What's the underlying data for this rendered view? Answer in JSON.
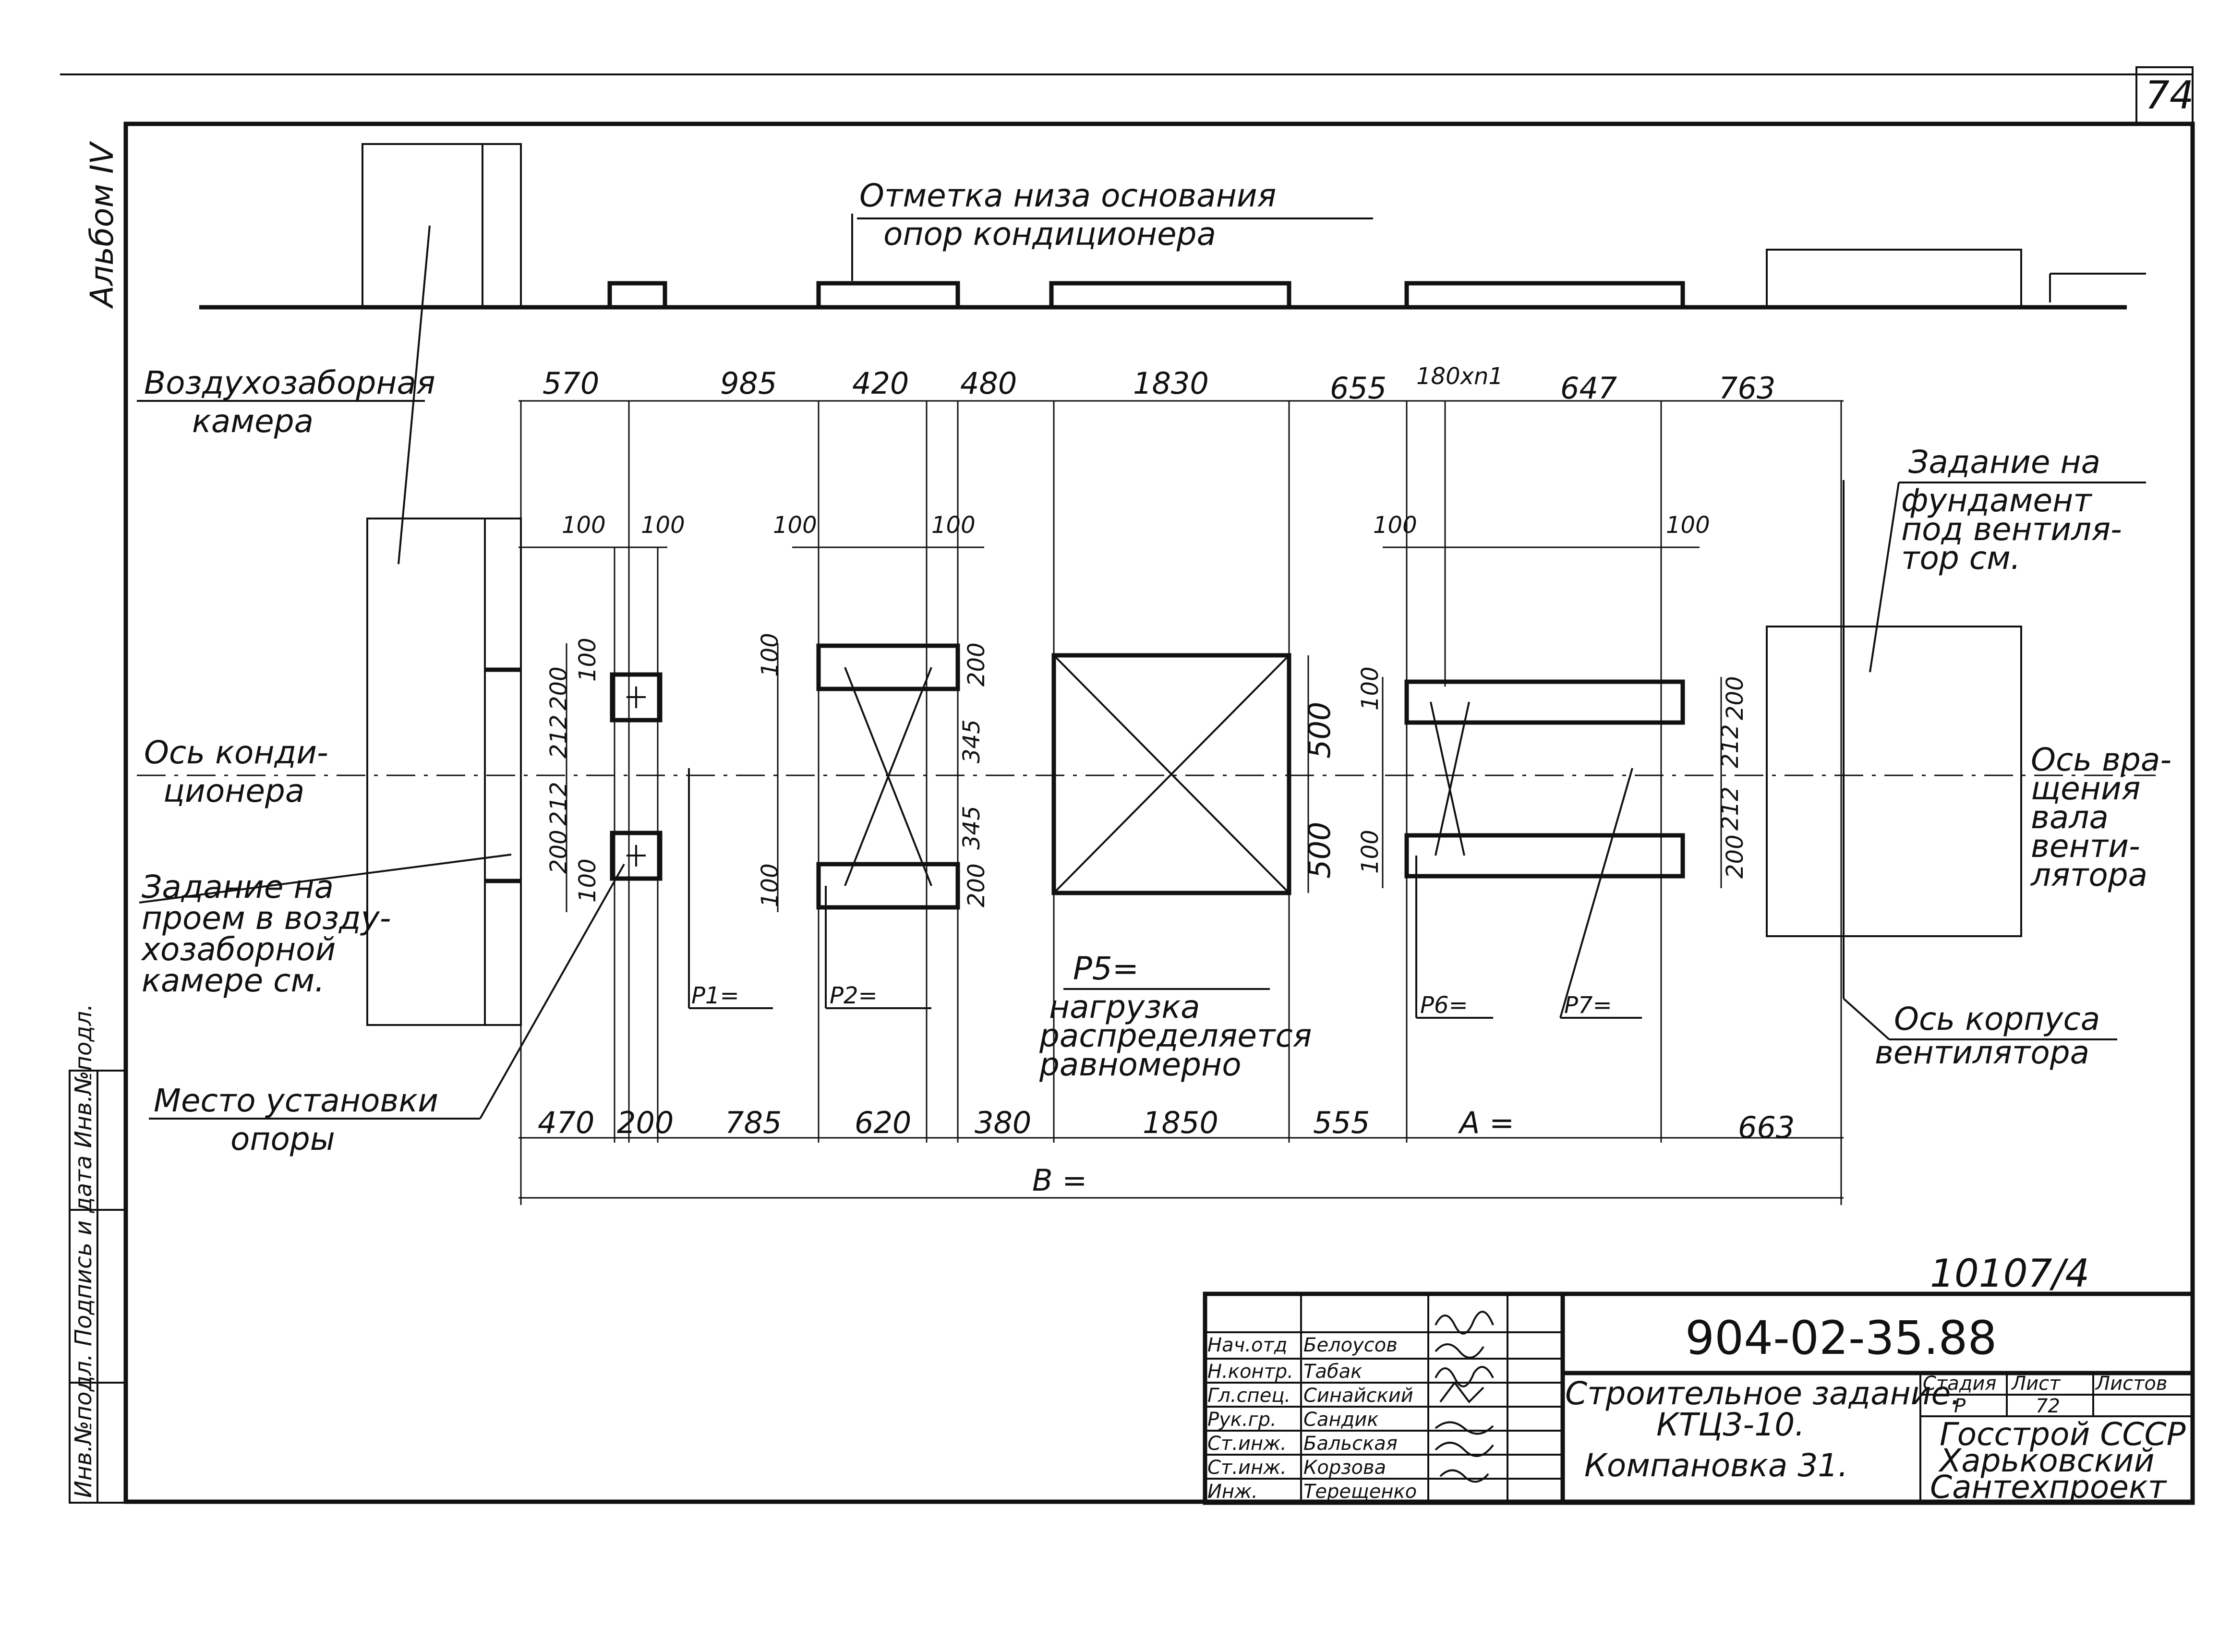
{
  "sheet": {
    "page_number": "74",
    "album": "Альбом IV"
  },
  "labels": {
    "elevation_note_1": "Отметка низа основания",
    "elevation_note_2": "опор кондиционера",
    "air_chamber_1": "Воздухозаборная",
    "air_chamber_2": "камера",
    "conditioner_axis_1": "Ось конди-",
    "conditioner_axis_2": "ционера",
    "opening_task_1": "Задание на",
    "opening_task_2": "проем в возду-",
    "opening_task_3": "хозаборной",
    "opening_task_4": "камере см.",
    "support_place_1": "Место установки",
    "support_place_2": "опоры",
    "fan_foundation_1": "Задание на",
    "fan_foundation_2": "фундамент",
    "fan_foundation_3": "под вентиля-",
    "fan_foundation_4": "тор см.",
    "fan_shaft_axis_1": "Ось вра-",
    "fan_shaft_axis_2": "щения",
    "fan_shaft_axis_3": "вала",
    "fan_shaft_axis_4": "венти-",
    "fan_shaft_axis_5": "лятора",
    "fan_body_axis_1": "Ось корпуса",
    "fan_body_axis_2": "вентилятора",
    "p1": "P1=",
    "p2": "P2=",
    "p5": "P5=",
    "p5_note_1": "нагрузка",
    "p5_note_2": "распределяется",
    "p5_note_3": "равномерно",
    "p6": "P6=",
    "p7": "P7=",
    "total_b": "B =",
    "a_dim": "А ="
  },
  "dims": {
    "top": [
      "570",
      "985",
      "420",
      "480",
      "1830",
      "655",
      "180xn1",
      "647",
      "763"
    ],
    "upper_offsets": [
      "100",
      "100",
      "100",
      "100",
      "100",
      "100"
    ],
    "bottom": [
      "470",
      "200",
      "785",
      "620",
      "380",
      "1850",
      "555",
      "663"
    ],
    "vertical_left": [
      "100",
      "200",
      "212",
      "212",
      "200",
      "100"
    ],
    "vertical_p2": [
      "100",
      "200",
      "345",
      "345",
      "200",
      "100"
    ],
    "vertical_p5": [
      "500",
      "500"
    ],
    "vertical_p6": [
      "100",
      "100"
    ],
    "vertical_p7": [
      "200",
      "212",
      "212",
      "200"
    ]
  },
  "title_block": {
    "sheet_code_top": "10107/4",
    "project_code": "904-02-35.88",
    "description_1": "Строительное задание.",
    "description_2": "КТЦ3-10.",
    "description_3": "Компановка 31.",
    "stage_header": "Стадия",
    "sheet_header": "Лист",
    "sheets_header": "Листов",
    "stage_value": "Р",
    "sheet_value": "72",
    "org_1": "Госстрой СССР",
    "org_2": "Харьковский",
    "org_3": "Сантехпроект",
    "roles": [
      {
        "role": "Нач.отд",
        "name": "Белоусов"
      },
      {
        "role": "Н.контр.",
        "name": "Табак"
      },
      {
        "role": "Гл.спец.",
        "name": "Синайский"
      },
      {
        "role": "Рук.гр.",
        "name": "Сандик"
      },
      {
        "role": "Ст.инж.",
        "name": "Бальская"
      },
      {
        "role": "Ст.инж.",
        "name": "Корзова"
      },
      {
        "role": "Инж.",
        "name": "Терещенко"
      }
    ],
    "side_stamp": "Инв.№подл.  Подпись и дата  Инв.№подл."
  }
}
